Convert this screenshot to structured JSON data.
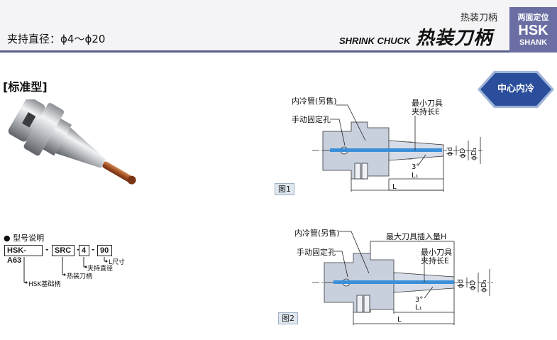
{
  "header": {
    "clamp_range": "夹持直径：ϕ4～ϕ20",
    "category": "热装刀柄",
    "title_en": "SHRINK CHUCK",
    "title_cn": "热装刀柄",
    "badge": {
      "top": "两面定位",
      "main": "HSK",
      "bottom": "SHANK"
    }
  },
  "section_title": "[标准型]",
  "center_cooling": "中心内冷",
  "model_explanation": {
    "title": "● 型号说明",
    "codes": [
      "HSK-A63",
      "SRC",
      "4",
      "90"
    ],
    "separator": "-",
    "annotations": {
      "length": "L尺寸",
      "clamp_diameter": "夹持直径",
      "shrink_chuck": "热装刀柄",
      "hsk_base": "HSK基础柄"
    }
  },
  "figure1": {
    "label": "图1",
    "callouts": {
      "inner_coolant": "内冷管(另售)",
      "manual_hole": "手动固定孔",
      "min_clamp_top": "最小刀具",
      "min_clamp_bottom": "夹持长E"
    },
    "dims": {
      "d": "ϕd",
      "D": "ϕD",
      "D1": "ϕD₁",
      "angle": "3°",
      "L1": "L₁",
      "L": "L"
    }
  },
  "figure2": {
    "label": "图2",
    "callouts": {
      "inner_coolant": "内冷管(另售)",
      "manual_hole": "手动固定孔",
      "max_insert": "最大刀具插入量H",
      "min_clamp_top": "最小刀具",
      "min_clamp_bottom": "夹持长E"
    },
    "dims": {
      "d": "ϕd",
      "D": "ϕD",
      "D1": "ϕD₁",
      "angle": "3°",
      "L1": "L₁",
      "L": "L"
    }
  },
  "colors": {
    "header_band": "#f4f4f6",
    "badge": "#6a6ea3",
    "badge_arrow": "#2a4e9b",
    "drawing_body": "#c8d0de",
    "coolant": "#3a8fd8",
    "figure_label": "#dfe7ef"
  }
}
